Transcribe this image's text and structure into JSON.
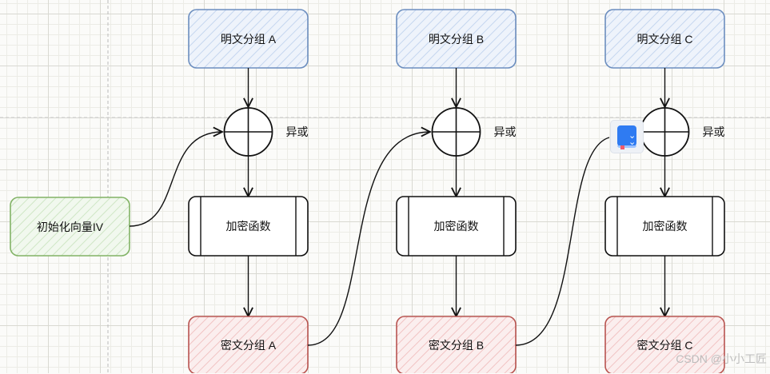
{
  "plaintext_blocks": [
    "明文分组 A",
    "明文分组 B",
    "明文分组 C"
  ],
  "xor_label": "异或",
  "encrypt_label": "加密函数",
  "ciphertext_blocks": [
    "密文分组 A",
    "密文分组 B",
    "密文分组 C"
  ],
  "iv_label": "初始化向量IV",
  "watermark": "CSDN @小小工匠",
  "colors": {
    "plain_stroke": "#6c8ebf",
    "plain_fill": "#dae8fc",
    "cipher_stroke": "#b85450",
    "cipher_fill": "#f8cecc",
    "iv_stroke": "#82b366",
    "iv_fill": "#d5e8d4"
  }
}
